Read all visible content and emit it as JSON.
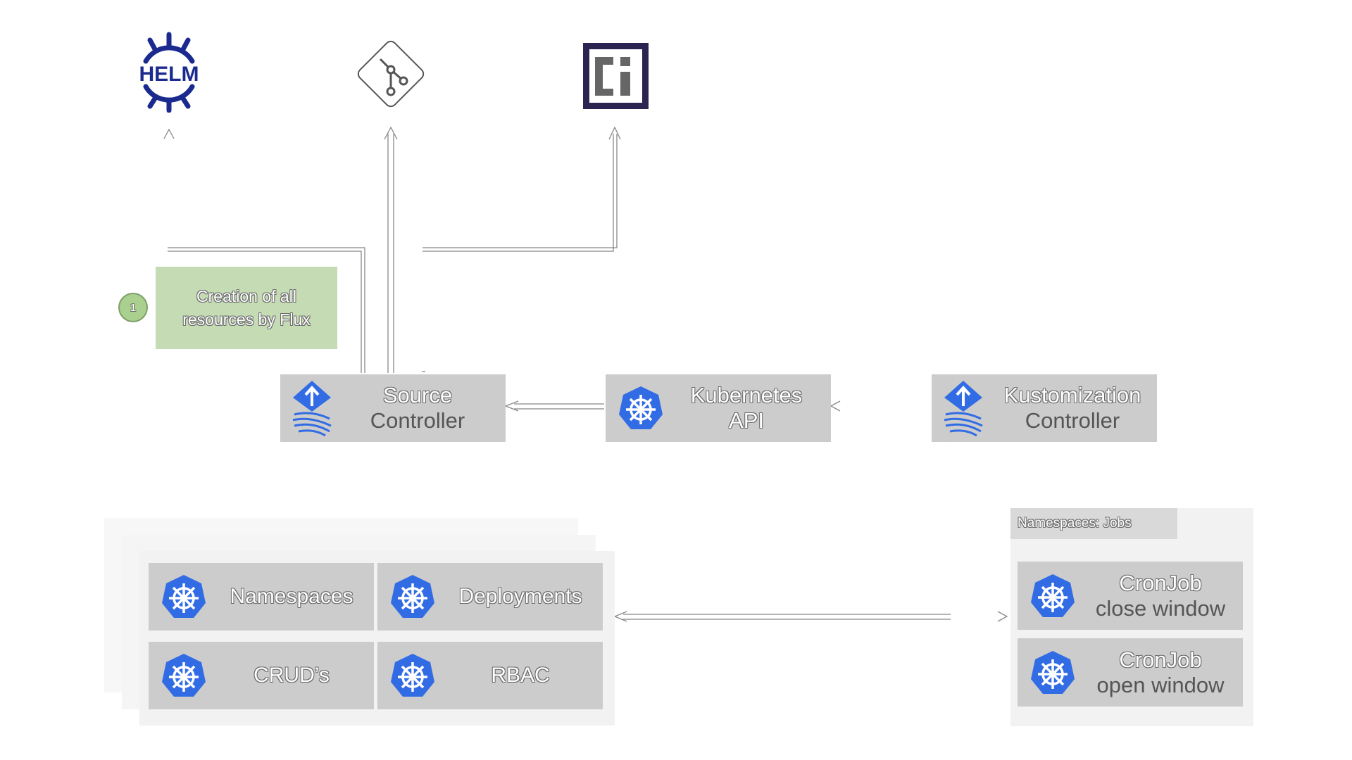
{
  "logos": {
    "helm": {
      "text": "HELM",
      "icon": "helm-icon",
      "color": "#1a2a8e"
    },
    "git": {
      "icon": "git-icon"
    },
    "ci": {
      "icon": "ci-icon",
      "color": "#2b2450"
    }
  },
  "note": {
    "badge": "1",
    "line1": "Creation of all",
    "line2": "resources by Flux"
  },
  "controllers": {
    "source": {
      "line1": "Source",
      "line2": "Controller",
      "icon": "flux-icon"
    },
    "kubernetes_api": {
      "line1": "Kubernetes",
      "line2": "API",
      "icon": "kubernetes-icon"
    },
    "kustomization": {
      "line1": "Kustomization",
      "line2": "Controller",
      "icon": "flux-icon"
    }
  },
  "resources": {
    "namespaces": "Namespaces",
    "deployments": "Deployments",
    "cruds": "CRUD’s",
    "rbac": "RBAC"
  },
  "jobs": {
    "tab": "Namespaces: Jobs",
    "close": {
      "line1": "CronJob",
      "line2": "close window"
    },
    "open": {
      "line1": "CronJob",
      "line2": "open window"
    }
  },
  "colors": {
    "k8s_blue": "#326ce5",
    "box_gray": "#cccccc",
    "note_green": "#c5dbb4"
  }
}
